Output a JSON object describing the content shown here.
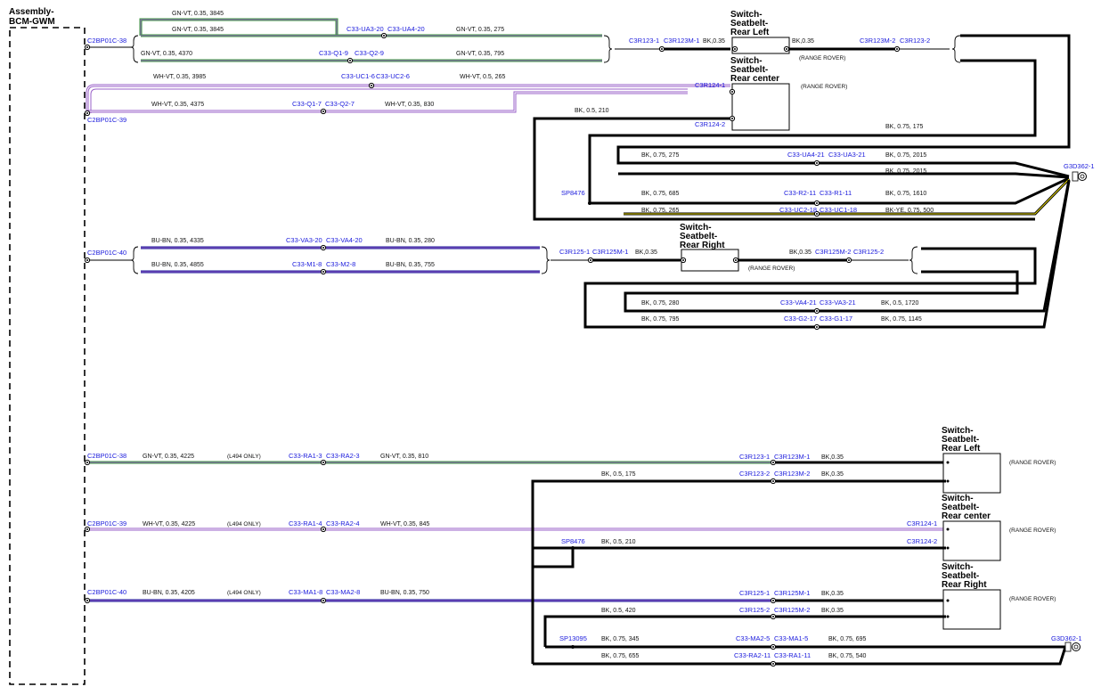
{
  "bcm_title": [
    "Assembly-",
    "BCM-GWM"
  ],
  "region1": {
    "pins": [
      "C2BP01C-38",
      "C2BP01C-39",
      "C2BP01C-40"
    ],
    "gn": {
      "w1": "GN-VT,  0.35,  3845",
      "w2": "GN-VT,  0.35,  3845",
      "w3": "GN-VT,  0.35,  4370",
      "conn1a": "C33-UA3-20",
      "conn1b": "C33-UA4-20",
      "w4": "GN-VT,  0.35,  275",
      "conn2a": "C33-Q1-9",
      "conn2b": "C33-Q2-9",
      "w5": "GN-VT,  0.35,  795"
    },
    "wh": {
      "w1": "WH-VT,  0.35,  3985",
      "conn1a": "C33-UC1-6",
      "conn1b": "C33-UC2-6",
      "w2": "WH-VT,  0.5,  265",
      "w3": "WH-VT,  0.35,  4375",
      "conn2a": "C33-Q1-7",
      "conn2b": "C33-Q2-7",
      "w4": "WH-VT,  0.35,  830"
    },
    "bu": {
      "w1": "BU-BN,  0.35,  4335",
      "conn1a": "C33-VA3-20",
      "conn1b": "C33-VA4-20",
      "w2": "BU-BN,  0.35,  280",
      "w3": "BU-BN,  0.35,  4855",
      "conn2a": "C33-M1-8",
      "conn2b": "C33-M2-8",
      "w4": "BU-BN,  0.35,  755"
    },
    "left_switch": {
      "title": [
        "Switch-",
        "Seatbelt-",
        "Rear Left"
      ],
      "c1": "C3R123-1",
      "c2": "C3R123M-1",
      "w1": "BK,0.35",
      "w2": "BK,0.35",
      "c3": "C3R123M-2",
      "c4": "C3R123-2",
      "note": "(RANGE ROVER)"
    },
    "center_switch": {
      "title": [
        "Switch-",
        "Seatbelt-",
        "Rear center"
      ],
      "c1": "C3R124-1",
      "c2": "C3R124-2",
      "note": "(RANGE ROVER)",
      "w1": "BK,  0.5,  210"
    },
    "right_switch": {
      "title": [
        "Switch-",
        "Seatbelt-",
        "Rear Right"
      ],
      "c1": "C3R125-1",
      "c2": "C3R125M-1",
      "w1": "BK,0.35",
      "w2": "BK,0.35",
      "c3": "C3R125M-2",
      "c4": "C3R125-2",
      "note": "(RANGE ROVER)"
    },
    "ground": {
      "w175": "BK,  0.75,  175",
      "w275": "BK,  0.75,  275",
      "ca": "C33-UA4-21",
      "cb": "C33-UA3-21",
      "w2015a": "BK,  0.75,  2015",
      "w2015b": "BK,  0.75,  2015",
      "splice": "SP8476",
      "w685": "BK,  0.75,  685",
      "cr2": "C33-R2-11",
      "cr1": "C33-R1-11",
      "w1610": "BK,  0.75,  1610",
      "w265": "BK,  0.75,  265",
      "cuc2": "C33-UC2-18",
      "cuc1": "C33-UC1-18",
      "wye": "BK-YE,  0.75,  500",
      "g": "G3D362-1",
      "w280": "BK,  0.75,  280",
      "cva4": "C33-VA4-21",
      "cva3": "C33-VA3-21",
      "w1720": "BK,  0.5,  1720",
      "w795": "BK,  0.75,  795",
      "cg2": "C33-G2-17",
      "cg1": "C33-G1-17",
      "w1145": "BK,  0.75,  1145"
    }
  },
  "region2": {
    "pins": [
      "C2BP01C-38",
      "C2BP01C-39",
      "C2BP01C-40"
    ],
    "row1": {
      "w1": "GN-VT,  0.35,  4225",
      "note": "(L494 ONLY)",
      "ca": "C33-RA1-3",
      "cb": "C33-RA2-3",
      "w2": "GN-VT,  0.35,  810"
    },
    "row2": {
      "w1": "WH-VT,  0.35,  4225",
      "note": "(L494 ONLY)",
      "ca": "C33-RA1-4",
      "cb": "C33-RA2-4",
      "w2": "WH-VT,  0.35,  845"
    },
    "row3": {
      "w1": "BU-BN,  0.35,  4205",
      "note": "(L494 ONLY)",
      "ca": "C33-MA1-8",
      "cb": "C33-MA2-8",
      "w2": "BU-BN,  0.35,  750"
    },
    "left": {
      "title": [
        "Switch-",
        "Seatbelt-",
        "Rear Left"
      ],
      "c1": "C3R123-1",
      "c2": "C3R123M-1",
      "w1": "BK,0.35",
      "c3": "C3R123-2",
      "c4": "C3R123M-2",
      "w2": "BK,0.35",
      "wb": "BK,  0.5,  175",
      "note": "(RANGE ROVER)"
    },
    "center": {
      "title": [
        "Switch-",
        "Seatbelt-",
        "Rear center"
      ],
      "c1": "C3R124-1",
      "c2": "C3R124-2",
      "splice": "SP8476",
      "wb": "BK,  0.5,  210",
      "note": "(RANGE ROVER)"
    },
    "right": {
      "title": [
        "Switch-",
        "Seatbelt-",
        "Rear Right"
      ],
      "c1": "C3R125-1",
      "c2": "C3R125M-1",
      "w1": "BK,0.35",
      "c3": "C3R125-2",
      "c4": "C3R125M-2",
      "w2": "BK,0.35",
      "wb": "BK,  0.5,  420",
      "note": "(RANGE ROVER)"
    },
    "ground": {
      "splice": "SP13095",
      "w345": "BK,  0.75,  345",
      "cma2": "C33-MA2-5",
      "cma1": "C33-MA1-5",
      "w695": "BK,  0.75,  695",
      "w655": "BK,  0.75,  655",
      "cra2": "C33-RA2-11",
      "cra1": "C33-RA1-11",
      "w540": "BK,  0.75,  540",
      "g": "G3D362-1"
    }
  },
  "colors": {
    "green": "#3a9a3a",
    "violet": "#9a60c8",
    "blue": "#1a1a9a",
    "black": "#000000",
    "yellow": "#e8d800",
    "connector_text": "#1a1adc"
  }
}
